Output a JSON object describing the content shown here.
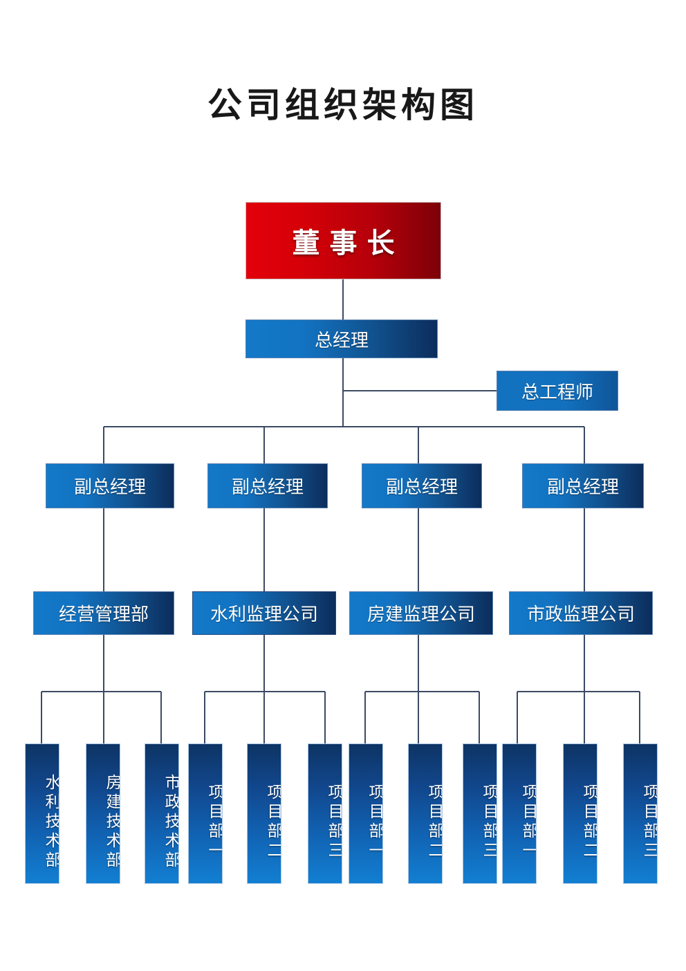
{
  "document": {
    "title": "公司组织架构图",
    "page_background": "#ffffff"
  },
  "colors": {
    "chairman_red_light": "#e2000b",
    "chairman_red_dark": "#7d0008",
    "node_blue_light": "#1379c8",
    "node_blue_dark": "#0c2d5c",
    "connector_line": "#3b4a63",
    "node_text": "#ffffff",
    "title_text": "#181818"
  },
  "chart_data": {
    "type": "diagram",
    "diagram_kind": "organization-chart",
    "title": "公司组织架构图",
    "orientation": "top-down",
    "levels": 5,
    "nodes": [
      {
        "id": "chairman",
        "label": "董事长",
        "level": 0,
        "style": "red",
        "parent": null
      },
      {
        "id": "gm",
        "label": "总经理",
        "level": 1,
        "style": "blue-h",
        "parent": "chairman"
      },
      {
        "id": "chief-engineer",
        "label": "总工程师",
        "level": 2,
        "style": "blue-h",
        "parent": "gm"
      },
      {
        "id": "dgm-1",
        "label": "副总经理",
        "level": 3,
        "style": "blue-h",
        "parent": "gm"
      },
      {
        "id": "dgm-2",
        "label": "副总经理",
        "level": 3,
        "style": "blue-h",
        "parent": "gm"
      },
      {
        "id": "dgm-3",
        "label": "副总经理",
        "level": 3,
        "style": "blue-h",
        "parent": "gm"
      },
      {
        "id": "dgm-4",
        "label": "副总经理",
        "level": 3,
        "style": "blue-h",
        "parent": "gm"
      },
      {
        "id": "dept-1",
        "label": "经营管理部",
        "level": 4,
        "style": "blue-h",
        "parent": "dgm-1"
      },
      {
        "id": "dept-2",
        "label": "水利监理公司",
        "level": 4,
        "style": "blue-h",
        "parent": "dgm-2"
      },
      {
        "id": "dept-3",
        "label": "房建监理公司",
        "level": 4,
        "style": "blue-h",
        "parent": "dgm-3"
      },
      {
        "id": "dept-4",
        "label": "市政监理公司",
        "level": 4,
        "style": "blue-h",
        "parent": "dgm-4"
      },
      {
        "id": "leaf-1",
        "label": "水利技术部",
        "level": 5,
        "style": "blue-v",
        "parent": "dept-1"
      },
      {
        "id": "leaf-2",
        "label": "房建技术部",
        "level": 5,
        "style": "blue-v",
        "parent": "dept-1"
      },
      {
        "id": "leaf-3",
        "label": "市政技术部",
        "level": 5,
        "style": "blue-v",
        "parent": "dept-1"
      },
      {
        "id": "leaf-4",
        "label": "项目部一",
        "level": 5,
        "style": "blue-v",
        "parent": "dept-2"
      },
      {
        "id": "leaf-5",
        "label": "项目部二",
        "level": 5,
        "style": "blue-v",
        "parent": "dept-2"
      },
      {
        "id": "leaf-6",
        "label": "项目部三",
        "level": 5,
        "style": "blue-v",
        "parent": "dept-2"
      },
      {
        "id": "leaf-7",
        "label": "项目部一",
        "level": 5,
        "style": "blue-v",
        "parent": "dept-3"
      },
      {
        "id": "leaf-8",
        "label": "项目部二",
        "level": 5,
        "style": "blue-v",
        "parent": "dept-3"
      },
      {
        "id": "leaf-9",
        "label": "项目部三",
        "level": 5,
        "style": "blue-v",
        "parent": "dept-3"
      },
      {
        "id": "leaf-10",
        "label": "项目部一",
        "level": 5,
        "style": "blue-v",
        "parent": "dept-4"
      },
      {
        "id": "leaf-11",
        "label": "项目部二",
        "level": 5,
        "style": "blue-v",
        "parent": "dept-4"
      },
      {
        "id": "leaf-12",
        "label": "项目部三",
        "level": 5,
        "style": "blue-v",
        "parent": "dept-4"
      }
    ]
  },
  "nodes": {
    "chairman": "董事长",
    "general_manager": "总经理",
    "chief_engineer": "总工程师",
    "deputy_general_manager_1": "副总经理",
    "deputy_general_manager_2": "副总经理",
    "deputy_general_manager_3": "副总经理",
    "deputy_general_manager_4": "副总经理",
    "department_1": "经营管理部",
    "department_2": "水利监理公司",
    "department_3": "房建监理公司",
    "department_4": "市政监理公司",
    "leaf_1": "水利技术部",
    "leaf_2": "房建技术部",
    "leaf_3": "市政技术部",
    "leaf_4": "项目部一",
    "leaf_5": "项目部二",
    "leaf_6": "项目部三",
    "leaf_7": "项目部一",
    "leaf_8": "项目部二",
    "leaf_9": "项目部三",
    "leaf_10": "项目部一",
    "leaf_11": "项目部二",
    "leaf_12": "项目部三"
  }
}
